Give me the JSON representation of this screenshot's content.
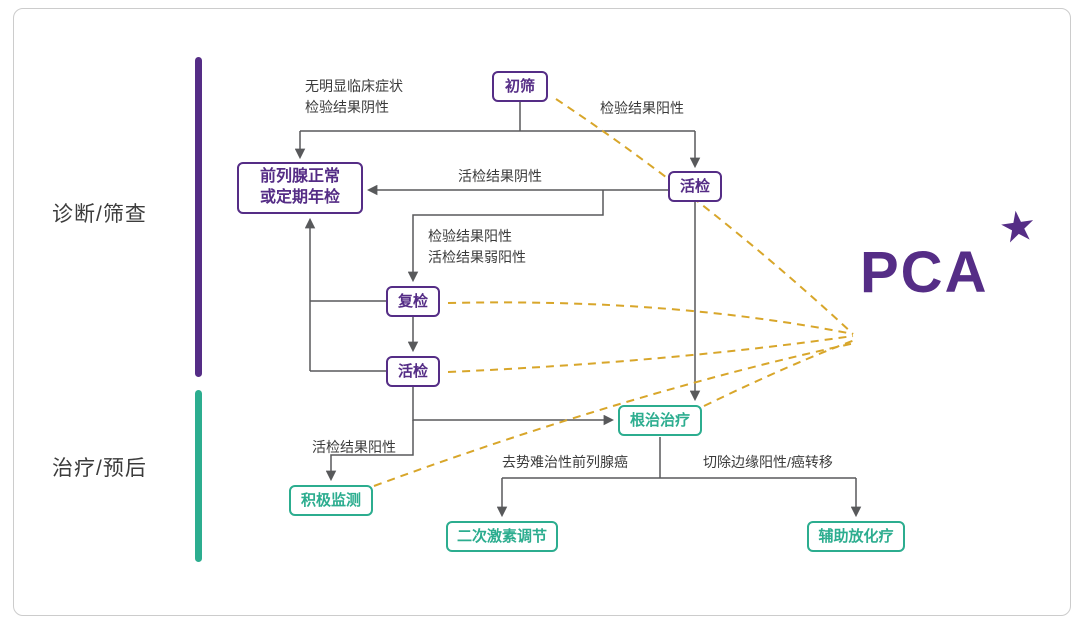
{
  "colors": {
    "purple": "#552D86",
    "teal": "#2CAD8F",
    "gold": "#D8A62A",
    "line": "#58595B",
    "label_text": "#3B3B3B"
  },
  "sections": {
    "diagnosis": {
      "label": "诊断/筛查"
    },
    "treatment": {
      "label": "治疗/预后"
    }
  },
  "nodes": {
    "initial_screening": {
      "label": "初筛"
    },
    "prostate_normal": {
      "label_line1": "前列腺正常",
      "label_line2": "或定期年检"
    },
    "biopsy_top": {
      "label": "活检"
    },
    "recheck": {
      "label": "复检"
    },
    "biopsy_mid": {
      "label": "活检"
    },
    "radical_treatment": {
      "label": "根治治疗"
    },
    "active_monitoring": {
      "label": "积极监测"
    },
    "secondary_hormone": {
      "label": "二次激素调节"
    },
    "adjuvant_therapy": {
      "label": "辅助放化疗"
    }
  },
  "edge_labels": {
    "no_symptoms": {
      "line1": "无明显临床症状",
      "line2": "检验结果阴性"
    },
    "test_positive": "检验结果阳性",
    "biopsy_negative": "活检结果阴性",
    "test_pos_weak": {
      "line1": "检验结果阳性",
      "line2": "活检结果弱阳性"
    },
    "biopsy_positive": "活检结果阳性",
    "castration_resistant": "去势难治性前列腺癌",
    "margin_positive": "切除边缘阳性/癌转移"
  },
  "logo": {
    "text": "PCA",
    "star_icon": "★"
  }
}
